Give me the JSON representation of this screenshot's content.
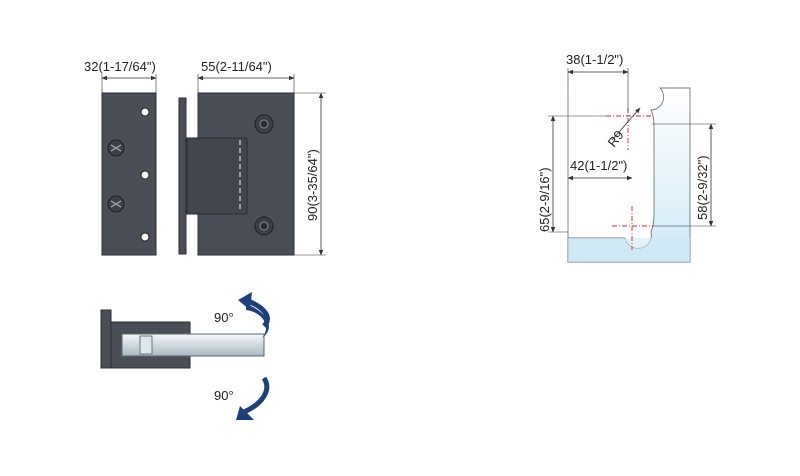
{
  "dimensions": {
    "left_plate_width": "32(1-17/64\")",
    "right_plate_width": "55(2-11/64\")",
    "hinge_height": "90(3-35/64\")",
    "glass_cut_width": "38(1-1/2\")",
    "radius": "R9",
    "hole_offset": "42(1-1/2\")",
    "cut_height_left": "65(2-9/16\")",
    "cut_height_right": "58(2-9/32\")"
  },
  "rotation": {
    "upper_angle": "90°",
    "lower_angle": "90°"
  },
  "colors": {
    "metal": "#4a4f57",
    "metal_dark": "#33373d",
    "glass": "#cfe9f5",
    "arrow": "#1f3f7a",
    "centerline": "#e02020"
  }
}
